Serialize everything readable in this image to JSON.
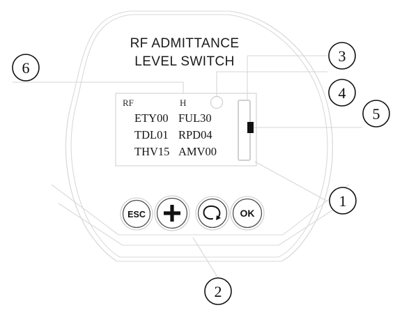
{
  "figure": {
    "device_title_line1": "RF ADMITTANCE",
    "device_title_line2": "LEVEL SWITCH"
  },
  "display": {
    "header": {
      "left": "RF",
      "right": "H"
    },
    "rows": [
      {
        "left": "ETY00",
        "right": "FUL30"
      },
      {
        "left": "TDL01",
        "right": "RPD04"
      },
      {
        "left": "THV15",
        "right": "AMV00"
      }
    ]
  },
  "keypad": {
    "buttons": [
      {
        "label": "ESC",
        "icon": "esc-text"
      },
      {
        "label": "+",
        "icon": "plus-icon"
      },
      {
        "label": "",
        "icon": "loop-arrow-icon"
      },
      {
        "label": "OK",
        "icon": "ok-text"
      }
    ]
  },
  "callouts": [
    {
      "id": "1",
      "number": "1"
    },
    {
      "id": "2",
      "number": "2"
    },
    {
      "id": "3",
      "number": "3"
    },
    {
      "id": "4",
      "number": "4"
    },
    {
      "id": "5",
      "number": "5"
    },
    {
      "id": "6",
      "number": "6"
    }
  ],
  "colors": {
    "background": "#ffffff",
    "outline": "#d9d9d9",
    "leader": "#d5d5d5",
    "text": "#111111",
    "marker_fill": "#111111"
  }
}
